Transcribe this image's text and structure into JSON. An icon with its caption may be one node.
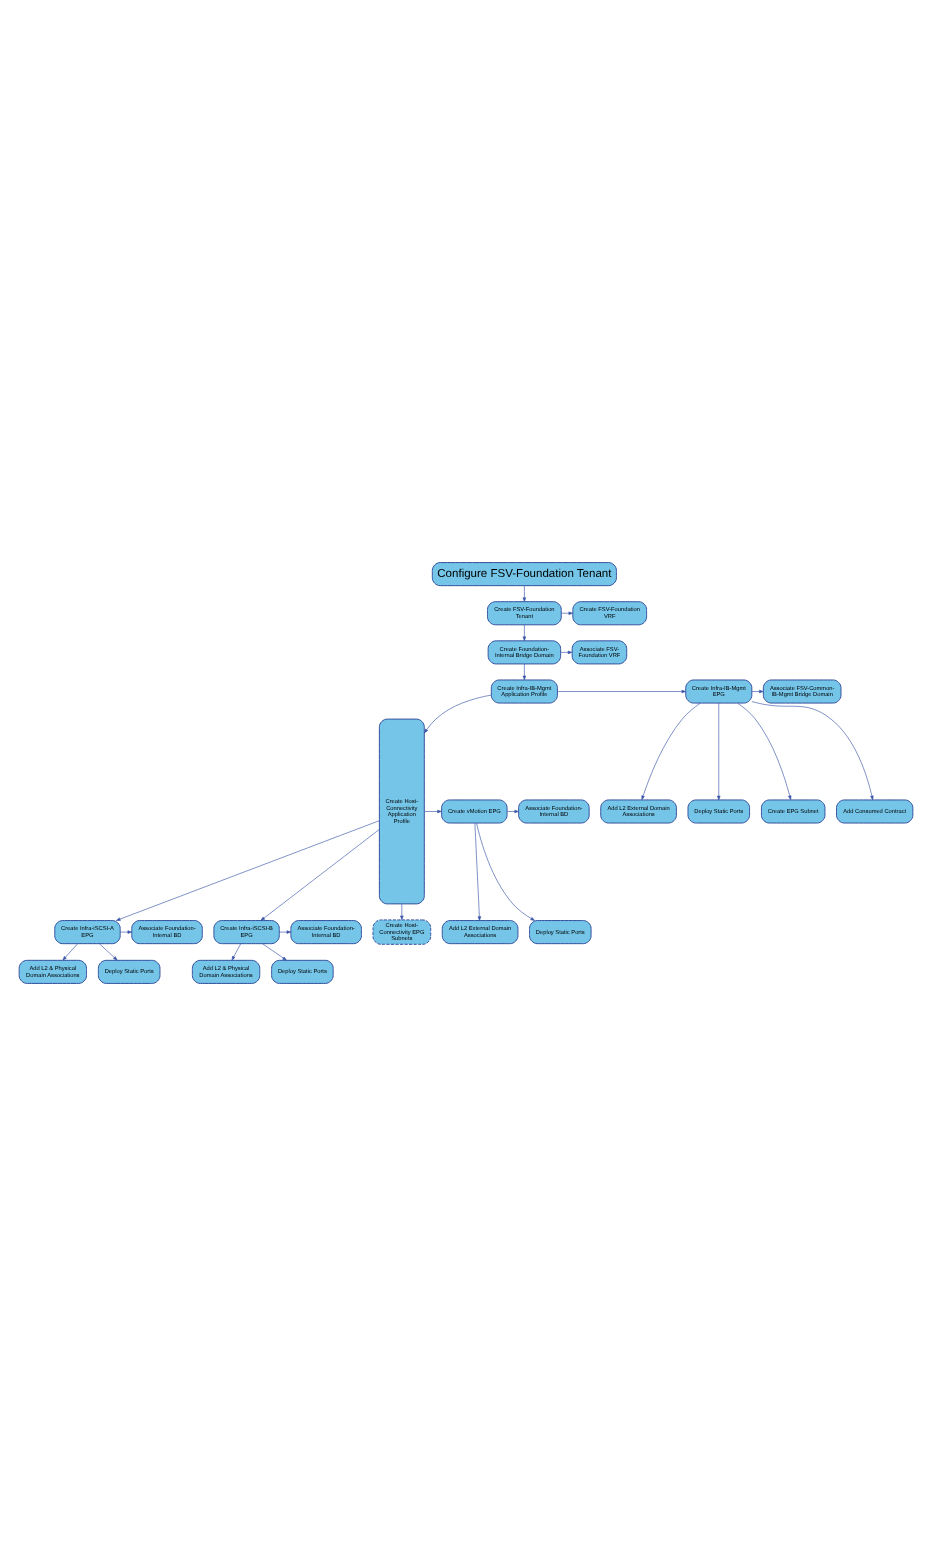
{
  "diagram": {
    "nodes": [
      {
        "text": [
          "Configure FSV-Foundation Tenant"
        ]
      },
      {
        "text": [
          "Create FSV-Foundation Tenant"
        ]
      },
      {
        "text": [
          "Create FSV-Foundation VRF"
        ]
      },
      {
        "text": [
          "Create Foundation-Internal Bridge Domain"
        ]
      },
      {
        "text": [
          "Associate FSV-Foundation VRF"
        ]
      },
      {
        "text": [
          "Create Infra-IB-Mgmt Application Profile"
        ]
      },
      {
        "text": [
          "Create Infra-IB-Mgmt EPG"
        ]
      },
      {
        "text": [
          "Associate FSV-Common-IB-Mgmt Bridge Domain"
        ]
      },
      {
        "text": [
          "Add L2 External Domain Associations"
        ]
      },
      {
        "text": [
          "Deploy Static Ports"
        ]
      },
      {
        "text": [
          "Create EPG Subnet"
        ]
      },
      {
        "text": [
          "Add Consumed Contract"
        ]
      },
      {
        "text": [
          "Create Host-Connectivity Application Profile"
        ]
      },
      {
        "text": [
          "Create vMotion EPG"
        ]
      },
      {
        "text": [
          "Associate Foundation-Internal BD"
        ]
      },
      {
        "text": [
          "Add L2 External Domain Associations"
        ]
      },
      {
        "text": [
          "Deploy Static Ports"
        ]
      },
      {
        "text": [
          "Create Infra-iSCSI-A EPG"
        ]
      },
      {
        "text": [
          "Associate Foundation-Internal BD"
        ]
      },
      {
        "text": [
          "Add L2 & Physical Domain Associations"
        ]
      },
      {
        "text": [
          "Deploy Static Ports"
        ]
      },
      {
        "text": [
          "Create Infra-iSCSI-B EPG"
        ]
      },
      {
        "text": [
          "Associate Foundation-Internal BD"
        ]
      },
      {
        "text": [
          "Add L2 & Physical Domain Associations"
        ]
      },
      {
        "text": [
          "Deploy Static Ports"
        ]
      },
      {
        "text": [
          "Create Host-Connectivity EPG Subnets"
        ]
      }
    ],
    "edges": [
      {
        "from": 0,
        "to": 1,
        "arrow": "to"
      },
      {
        "from": 1,
        "to": 2,
        "arrow": "to"
      },
      {
        "from": 1,
        "to": 3,
        "arrow": "to"
      },
      {
        "from": 3,
        "to": 4,
        "arrow": "to"
      },
      {
        "from": 3,
        "to": 5,
        "arrow": "to"
      },
      {
        "from": 5,
        "to": 6,
        "arrow": "to"
      },
      {
        "from": 6,
        "to": 7,
        "arrow": "to"
      },
      {
        "from": 6,
        "to": 8,
        "arrow": "to"
      },
      {
        "from": 6,
        "to": 9,
        "arrow": "to"
      },
      {
        "from": 6,
        "to": 10,
        "arrow": "to"
      },
      {
        "from": 6,
        "to": 11,
        "arrow": "to"
      },
      {
        "from": 5,
        "to": 12,
        "arrow": "to"
      },
      {
        "from": 12,
        "to": 13,
        "arrow": "to"
      },
      {
        "from": 13,
        "to": 14,
        "arrow": "to"
      },
      {
        "from": 13,
        "to": 15,
        "arrow": "to"
      },
      {
        "from": 13,
        "to": 16,
        "arrow": "to"
      },
      {
        "from": 12,
        "to": 17,
        "arrow": "to"
      },
      {
        "from": 17,
        "to": 18,
        "arrow": "to"
      },
      {
        "from": 17,
        "to": 19,
        "arrow": "to"
      },
      {
        "from": 17,
        "to": 20,
        "arrow": "to"
      },
      {
        "from": 12,
        "to": 21,
        "arrow": "to"
      },
      {
        "from": 21,
        "to": 22,
        "arrow": "to"
      },
      {
        "from": 21,
        "to": 23,
        "arrow": "to"
      },
      {
        "from": 21,
        "to": 24,
        "arrow": "to"
      },
      {
        "from": 12,
        "to": 25,
        "arrow": "to"
      }
    ]
  }
}
